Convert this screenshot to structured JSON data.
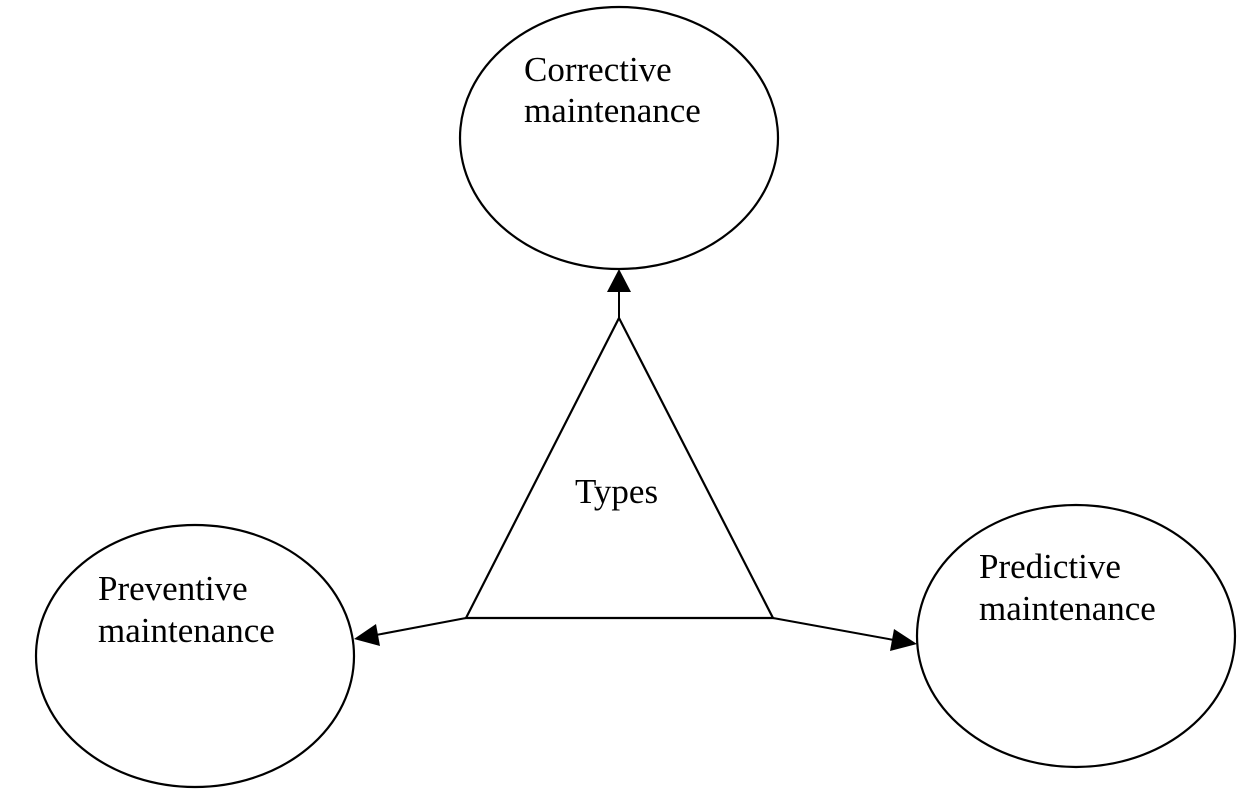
{
  "diagram": {
    "center": {
      "label": "Types"
    },
    "nodes": {
      "corrective": {
        "line1": "Corrective",
        "line2": "maintenance"
      },
      "preventive": {
        "line1": "Preventive",
        "line2": "maintenance"
      },
      "predictive": {
        "line1": "Predictive",
        "line2": "maintenance"
      }
    },
    "colors": {
      "stroke": "#000000",
      "background": "#ffffff"
    }
  }
}
